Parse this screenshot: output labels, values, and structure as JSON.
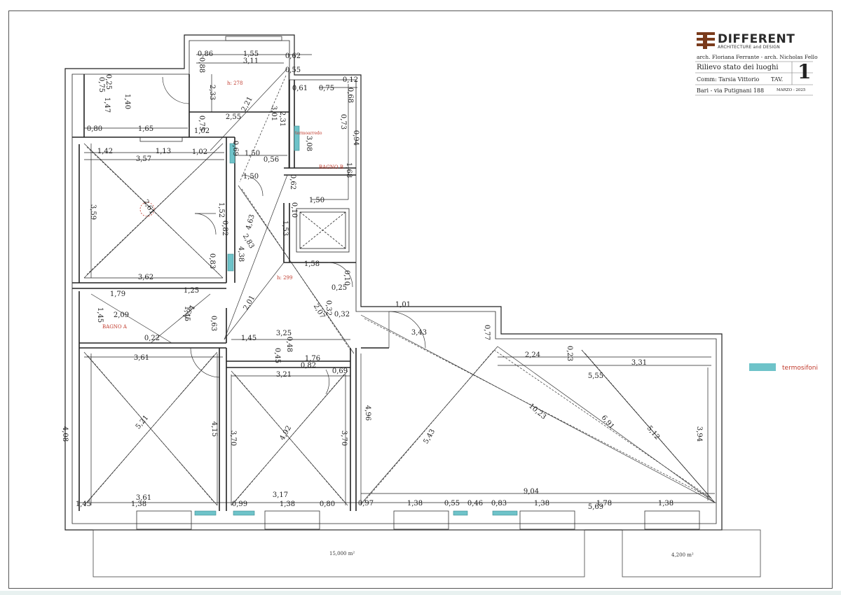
{
  "title_block": {
    "firm_name": "DIFFERENT",
    "firm_subtitle": "ARCHITECTURE and DESIGN",
    "architects": "arch. Floriana Ferrante - arch. Nicholas Fello",
    "drawing_title": "Rilievo stato dei luoghi",
    "client": "Comm: Tarsia Vittorio",
    "sheet_label": "TAV.",
    "sheet_number": "1",
    "address": "Bari - via Putignani 188",
    "date": "MARZO - 2025"
  },
  "legend": {
    "radiators_label": "termosifoni",
    "radiator_color": "#6ec3c9"
  },
  "rooms": {
    "bagno_a": "BAGNO A",
    "bagno_b": "BAGNO B",
    "heated_rail": "termoarredo",
    "height_1": "h: 278",
    "height_2": "h: 299"
  },
  "balconies": {
    "left_area": "15,000 m²",
    "right_area": "4,200 m²"
  },
  "dimensions": [
    "0,86",
    "1,55",
    "0,62",
    "3,11",
    "0,88",
    "0,55",
    "0,75",
    "0,25",
    "1,40",
    "1,47",
    "2,33",
    "2,21",
    "3,01",
    "0,61",
    "0,75",
    "0,12",
    "0,68",
    "2,55",
    "0,75",
    "1,02",
    "0,80",
    "1,65",
    "2,31",
    "3,08",
    "0,73",
    "0,94",
    "1,68",
    "1,42",
    "1,13",
    "1,02",
    "0,69",
    "1,50",
    "0,56",
    "3,57",
    "1,50",
    "0,62",
    "3,59",
    "2,61",
    "1,52",
    "0,82",
    "4,63",
    "2,83",
    "1,53",
    "0,10",
    "1,50",
    "0,83",
    "4,38",
    "3,62",
    "1,58",
    "1,79",
    "1,25",
    "0,10",
    "0,25",
    "1,45",
    "2,09",
    "1,94",
    "1,45",
    "2,01",
    "2,07",
    "0,63",
    "0,32",
    "0,32",
    "1,01",
    "0,22",
    "1,45",
    "3,25",
    "0,48",
    "0,45",
    "1,76",
    "0,82",
    "3,43",
    "0,77",
    "2,24",
    "0,23",
    "3,31",
    "3,61",
    "3,21",
    "0,69",
    "5,55",
    "4,08",
    "5,21",
    "4,15",
    "3,70",
    "4,92",
    "3,70",
    "4,96",
    "5,43",
    "10,23",
    "6,91",
    "5,12",
    "3,94",
    "3,61",
    "1,45",
    "1,38",
    "3,17",
    "0,99",
    "1,38",
    "0,80",
    "9,04",
    "0,97",
    "1,38",
    "0,55",
    "0,46",
    "0,83",
    "1,38",
    "1,78",
    "1,38",
    "5,69"
  ]
}
